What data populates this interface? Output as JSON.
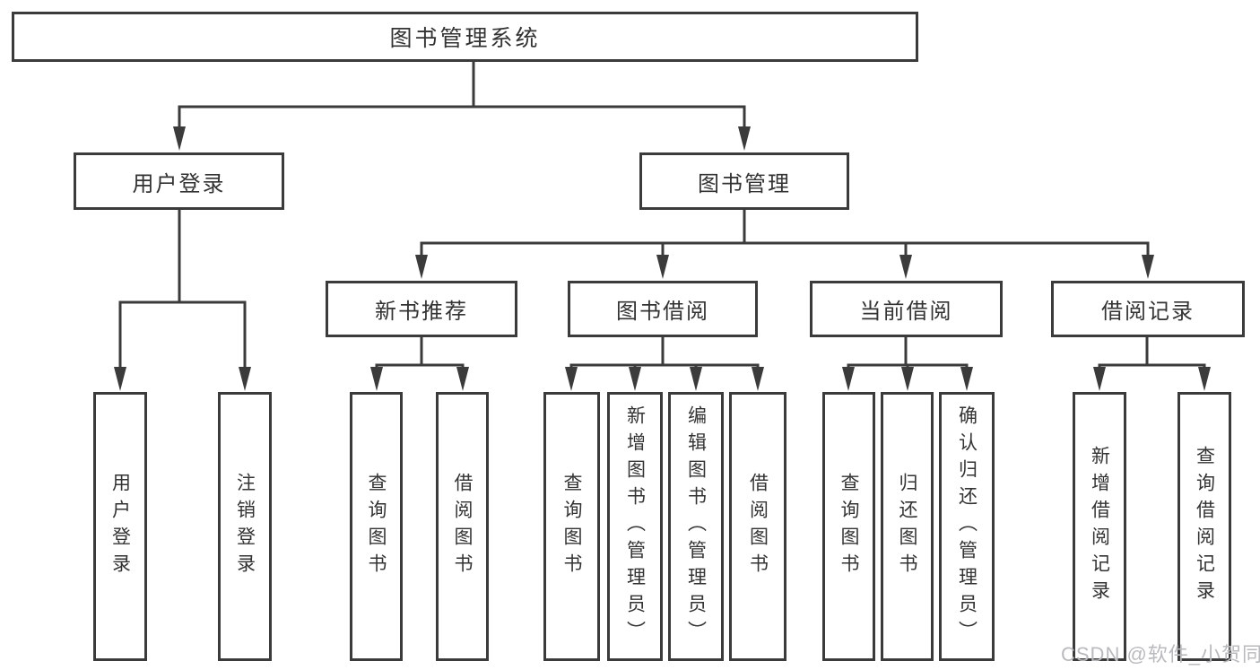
{
  "colors": {
    "background": "#ffffff",
    "line": "#3b3b3b",
    "text": "#333333",
    "watermark": "#b8babd"
  },
  "diagram": {
    "root": "图书管理系统",
    "level2": {
      "user_login": "用户登录",
      "book_mgmt": "图书管理"
    },
    "level3": {
      "new_books": "新书推荐",
      "book_borrow": "图书借阅",
      "current_borrow": "当前借阅",
      "borrow_records": "借阅记录"
    },
    "leaves": {
      "user_login": [
        "用户登录",
        "注销登录"
      ],
      "new_books": [
        "查询图书",
        "借阅图书"
      ],
      "book_borrow": [
        "查询图书",
        "新增图书（管理员）",
        "编辑图书（管理员）",
        "借阅图书"
      ],
      "current_borrow": [
        "查询图书",
        "归还图书",
        "确认归还（管理员）"
      ],
      "borrow_records": [
        "新增借阅记录",
        "查询借阅记录"
      ]
    }
  },
  "watermark": "CSDN @软件_小贺同学"
}
